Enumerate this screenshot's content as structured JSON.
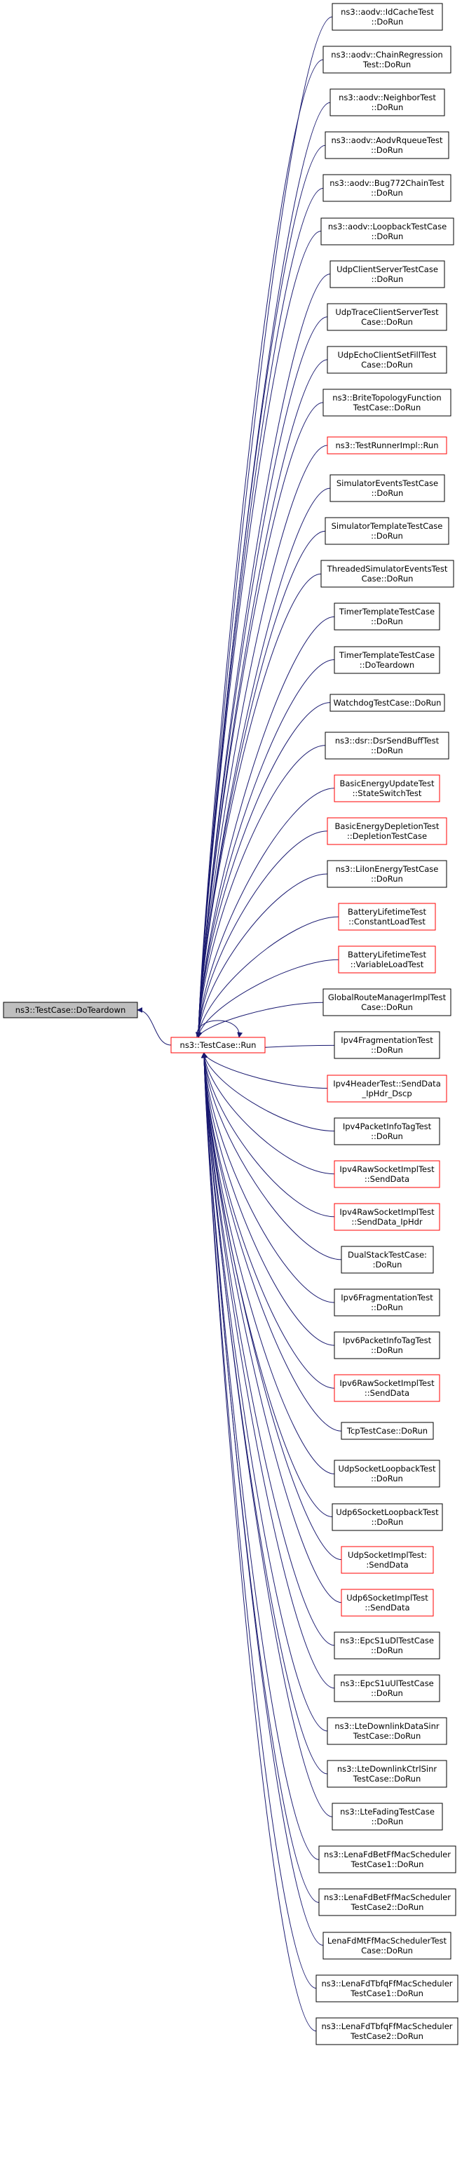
{
  "graph": {
    "root": {
      "lines": [
        "ns3::TestCase::DoTeardown"
      ],
      "fill": "#bfbfbf",
      "stroke": "#000000"
    },
    "hub": {
      "lines": [
        "ns3::TestCase::Run"
      ],
      "fill": "#ffffff",
      "stroke": "#ff0000"
    },
    "callers": [
      {
        "lines": [
          "ns3::aodv::IdCacheTest",
          "::DoRun"
        ],
        "highlight": false
      },
      {
        "lines": [
          "ns3::aodv::ChainRegression",
          "Test::DoRun"
        ],
        "highlight": false
      },
      {
        "lines": [
          "ns3::aodv::NeighborTest",
          "::DoRun"
        ],
        "highlight": false
      },
      {
        "lines": [
          "ns3::aodv::AodvRqueueTest",
          "::DoRun"
        ],
        "highlight": false
      },
      {
        "lines": [
          "ns3::aodv::Bug772ChainTest",
          "::DoRun"
        ],
        "highlight": false
      },
      {
        "lines": [
          "ns3::aodv::LoopbackTestCase",
          "::DoRun"
        ],
        "highlight": false
      },
      {
        "lines": [
          "UdpClientServerTestCase",
          "::DoRun"
        ],
        "highlight": false
      },
      {
        "lines": [
          "UdpTraceClientServerTest",
          "Case::DoRun"
        ],
        "highlight": false
      },
      {
        "lines": [
          "UdpEchoClientSetFillTest",
          "Case::DoRun"
        ],
        "highlight": false
      },
      {
        "lines": [
          "ns3::BriteTopologyFunction",
          "TestCase::DoRun"
        ],
        "highlight": false
      },
      {
        "lines": [
          "ns3::TestRunnerImpl::Run"
        ],
        "highlight": true
      },
      {
        "lines": [
          "SimulatorEventsTestCase",
          "::DoRun"
        ],
        "highlight": false
      },
      {
        "lines": [
          "SimulatorTemplateTestCase",
          "::DoRun"
        ],
        "highlight": false
      },
      {
        "lines": [
          "ThreadedSimulatorEventsTest",
          "Case::DoRun"
        ],
        "highlight": false
      },
      {
        "lines": [
          "TimerTemplateTestCase",
          "::DoRun"
        ],
        "highlight": false
      },
      {
        "lines": [
          "TimerTemplateTestCase",
          "::DoTeardown"
        ],
        "highlight": false
      },
      {
        "lines": [
          "WatchdogTestCase::DoRun"
        ],
        "highlight": false
      },
      {
        "lines": [
          "ns3::dsr::DsrSendBuffTest",
          "::DoRun"
        ],
        "highlight": false
      },
      {
        "lines": [
          "BasicEnergyUpdateTest",
          "::StateSwitchTest"
        ],
        "highlight": true
      },
      {
        "lines": [
          "BasicEnergyDepletionTest",
          "::DepletionTestCase"
        ],
        "highlight": true
      },
      {
        "lines": [
          "ns3::LiIonEnergyTestCase",
          "::DoRun"
        ],
        "highlight": false
      },
      {
        "lines": [
          "BatteryLifetimeTest",
          "::ConstantLoadTest"
        ],
        "highlight": true
      },
      {
        "lines": [
          "BatteryLifetimeTest",
          "::VariableLoadTest"
        ],
        "highlight": true
      },
      {
        "lines": [
          "GlobalRouteManagerImplTest",
          "Case::DoRun"
        ],
        "highlight": false
      },
      {
        "lines": [
          "Ipv4FragmentationTest",
          "::DoRun"
        ],
        "highlight": false
      },
      {
        "lines": [
          "Ipv4HeaderTest::SendData",
          "_IpHdr_Dscp"
        ],
        "highlight": true
      },
      {
        "lines": [
          "Ipv4PacketInfoTagTest",
          "::DoRun"
        ],
        "highlight": false
      },
      {
        "lines": [
          "Ipv4RawSocketImplTest",
          "::SendData"
        ],
        "highlight": true
      },
      {
        "lines": [
          "Ipv4RawSocketImplTest",
          "::SendData_IpHdr"
        ],
        "highlight": true
      },
      {
        "lines": [
          "DualStackTestCase:",
          ":DoRun"
        ],
        "highlight": false
      },
      {
        "lines": [
          "Ipv6FragmentationTest",
          "::DoRun"
        ],
        "highlight": false
      },
      {
        "lines": [
          "Ipv6PacketInfoTagTest",
          "::DoRun"
        ],
        "highlight": false
      },
      {
        "lines": [
          "Ipv6RawSocketImplTest",
          "::SendData"
        ],
        "highlight": true
      },
      {
        "lines": [
          "TcpTestCase::DoRun"
        ],
        "highlight": false
      },
      {
        "lines": [
          "UdpSocketLoopbackTest",
          "::DoRun"
        ],
        "highlight": false
      },
      {
        "lines": [
          "Udp6SocketLoopbackTest",
          "::DoRun"
        ],
        "highlight": false
      },
      {
        "lines": [
          "UdpSocketImplTest:",
          ":SendData"
        ],
        "highlight": true
      },
      {
        "lines": [
          "Udp6SocketImplTest",
          "::SendData"
        ],
        "highlight": true
      },
      {
        "lines": [
          "ns3::EpcS1uDlTestCase",
          "::DoRun"
        ],
        "highlight": false
      },
      {
        "lines": [
          "ns3::EpcS1uUlTestCase",
          "::DoRun"
        ],
        "highlight": false
      },
      {
        "lines": [
          "ns3::LteDownlinkDataSinr",
          "TestCase::DoRun"
        ],
        "highlight": false
      },
      {
        "lines": [
          "ns3::LteDownlinkCtrlSinr",
          "TestCase::DoRun"
        ],
        "highlight": false
      },
      {
        "lines": [
          "ns3::LteFadingTestCase",
          "::DoRun"
        ],
        "highlight": false
      },
      {
        "lines": [
          "ns3::LenaFdBetFfMacScheduler",
          "TestCase1::DoRun"
        ],
        "highlight": false
      },
      {
        "lines": [
          "ns3::LenaFdBetFfMacScheduler",
          "TestCase2::DoRun"
        ],
        "highlight": false
      },
      {
        "lines": [
          "LenaFdMtFfMacSchedulerTest",
          "Case::DoRun"
        ],
        "highlight": false
      },
      {
        "lines": [
          "ns3::LenaFdTbfqFfMacScheduler",
          "TestCase1::DoRun"
        ],
        "highlight": false
      },
      {
        "lines": [
          "ns3::LenaFdTbfqFfMacScheduler",
          "TestCase2::DoRun"
        ],
        "highlight": false
      }
    ],
    "colors": {
      "edge": "#191970",
      "node_border": "#000000",
      "highlight_border": "#ff0000",
      "root_fill": "#bfbfbf",
      "node_fill": "#ffffff"
    }
  }
}
